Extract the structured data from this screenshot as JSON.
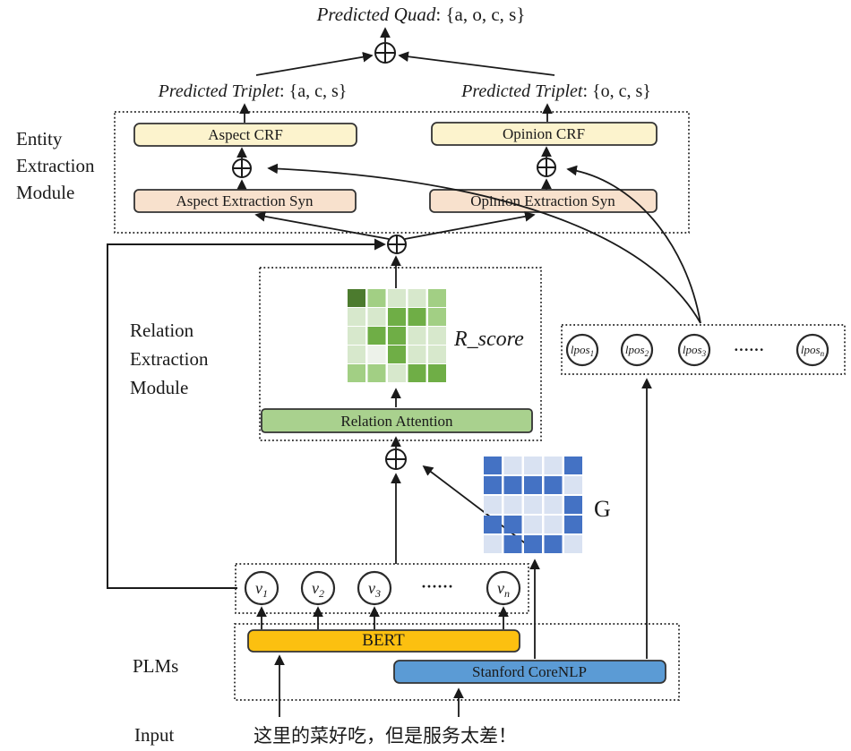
{
  "output": {
    "quad_name": "Predicted Quad",
    "quad_set": ": {a, o, c, s}",
    "triplet_left_name": "Predicted Triplet",
    "triplet_left_set": ": {a, c, s}",
    "triplet_right_name": "Predicted Triplet",
    "triplet_right_set": ": {o, c, s}"
  },
  "module_labels": {
    "entity": [
      "Entity",
      "Extraction",
      "Module"
    ],
    "relation": [
      "Relation",
      "Extraction",
      "Module"
    ],
    "plms": "PLMs",
    "input": "Input"
  },
  "entity_module": {
    "aspect_crf": "Aspect CRF",
    "opinion_crf": "Opinion CRF",
    "aspect_syn": "Aspect Extraction Syn",
    "opinion_syn": "Opinion Extraction Syn"
  },
  "relation_module": {
    "attention": "Relation Attention",
    "score_label": "R_score"
  },
  "adjacency": {
    "label": "G"
  },
  "plms": {
    "bert": "BERT",
    "corenlp": "Stanford CoreNLP"
  },
  "input_sentence": "这里的菜好吃，但是服务太差！",
  "tokens": {
    "v": [
      {
        "base": "v",
        "sub": "1"
      },
      {
        "base": "v",
        "sub": "2"
      },
      {
        "base": "v",
        "sub": "3"
      },
      {
        "base": "v",
        "sub": "n"
      }
    ],
    "v_dots": "······",
    "lpos": [
      {
        "base": "lpos",
        "sub": "1"
      },
      {
        "base": "lpos",
        "sub": "2"
      },
      {
        "base": "lpos",
        "sub": "3"
      },
      {
        "base": "lpos",
        "sub": "n"
      }
    ],
    "lpos_dots": "······"
  },
  "chart_data": {
    "r_score_matrix": {
      "type": "heatmap",
      "label": "R_score",
      "size": "5x5",
      "rows": [
        [
          3,
          1,
          0,
          0,
          1
        ],
        [
          0,
          0,
          2,
          2,
          1
        ],
        [
          0,
          2,
          2,
          0,
          0
        ],
        [
          0,
          -1,
          2,
          0,
          0
        ],
        [
          1,
          1,
          0,
          2,
          2
        ]
      ],
      "palette": {
        "-1": "#edf2ea",
        "0": "#d7e8cc",
        "1": "#a2cf84",
        "2": "#6fae46",
        "3": "#4c7b2e"
      }
    },
    "g_matrix": {
      "type": "heatmap",
      "label": "G",
      "size": "5x5",
      "rows": [
        [
          1,
          0,
          0,
          0,
          1
        ],
        [
          1,
          1,
          1,
          1,
          0
        ],
        [
          0,
          0,
          0,
          0,
          1
        ],
        [
          1,
          1,
          0,
          0,
          1
        ],
        [
          0,
          1,
          1,
          1,
          0
        ]
      ],
      "palette": {
        "0": "#d9e2f2",
        "1": "#4472c4"
      }
    }
  },
  "colors": {
    "crf_fill": "#fcf3cd",
    "syn_fill": "#f8e1cd",
    "attention_fill": "#a9d18e",
    "bert_fill": "#fcc010",
    "corenlp_fill": "#5b9bd5",
    "line": "#1a1a1a"
  }
}
